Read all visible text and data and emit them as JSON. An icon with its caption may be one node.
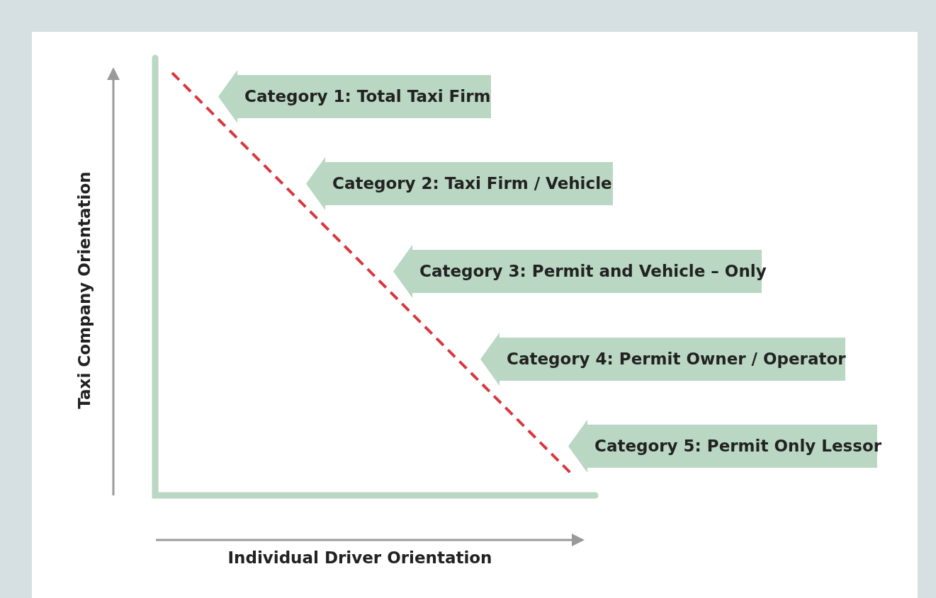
{
  "diagram": {
    "nodes": [
      {
        "text": [
          "Category 1: Total Taxi Firm"
        ]
      },
      {
        "text": [
          "Category 2: Taxi Firm / Vehicle"
        ]
      },
      {
        "text": [
          "Category 3: Permit and Vehicle – Only"
        ]
      },
      {
        "text": [
          "Category 4: Permit Owner / Operator"
        ]
      },
      {
        "text": [
          "Category 5: Permit Only Lessor"
        ]
      }
    ],
    "labels": [
      "Taxi Company Orientation",
      "Individual Driver Orientation"
    ]
  }
}
